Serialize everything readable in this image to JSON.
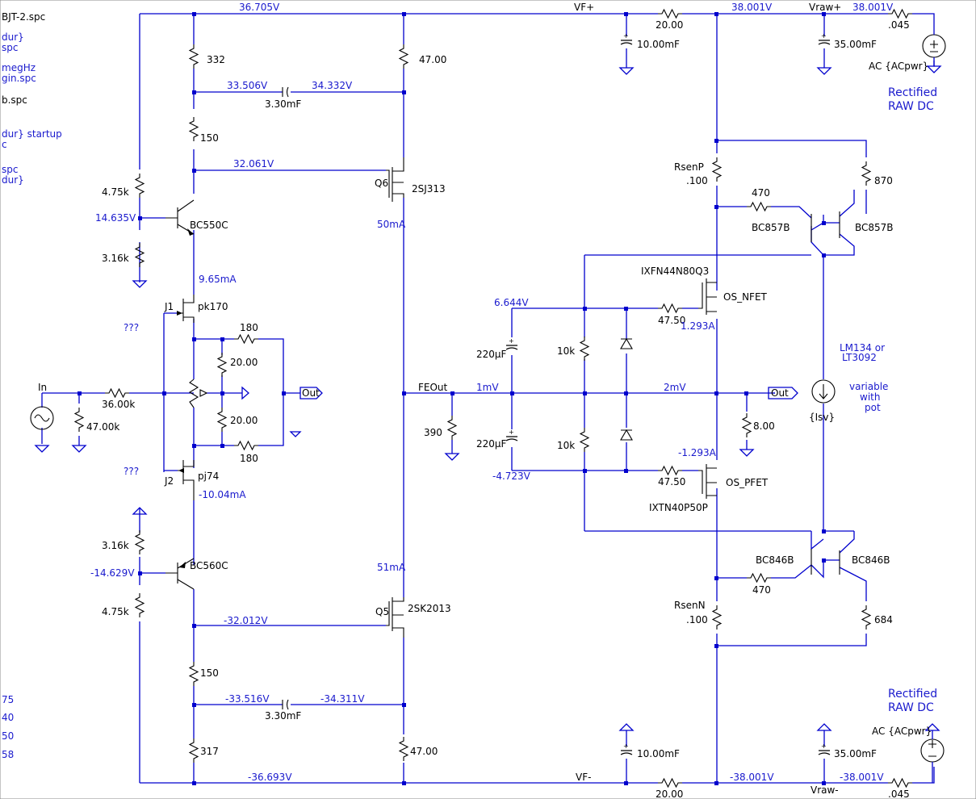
{
  "left_margin": [
    "BJT-2.spc",
    "dur}",
    "spc",
    "megHz",
    "gin.spc",
    "b.spc",
    "dur} startup",
    "c",
    "spc",
    "dur}",
    "75",
    "40",
    "50",
    "58"
  ],
  "rails": {
    "top_v": "36.705V",
    "bottom_v": "-36.693V",
    "vf_plus": "VF+",
    "vf_minus": "VF-"
  },
  "supply_top": {
    "r20": "20.00",
    "cap": "10.00mF",
    "v_node": "38.001V",
    "vraw": "Vraw+",
    "vraw_v": "38.001V",
    "cap2": "35.00mF",
    "r045": ".045",
    "ac": "AC {ACpwr}",
    "note1": "Rectified",
    "note2": "RAW DC"
  },
  "supply_bottom": {
    "r20": "20.00",
    "cap": "10.00mF",
    "v_node": "-38.001V",
    "vraw": "Vraw-",
    "vraw_v": "-38.001V",
    "cap2": "35.00mF",
    "r045": ".045",
    "ac": "AC {ACpwr}",
    "note1": "Rectified",
    "note2": "RAW DC"
  },
  "upper": {
    "r332": "332",
    "v1": "33.506V",
    "v2": "34.332V",
    "cap": "3.30mF",
    "r150": "150",
    "v3": "32.061V",
    "r47": "47.00",
    "q6": "Q6",
    "q6_part": "2SJ313",
    "q6_i": "50mA",
    "r475": "4.75k",
    "base_v": "14.635V",
    "q_part": "BC550C",
    "r316": "3.16k",
    "i1": "9.65mA"
  },
  "lower": {
    "r316": "3.16k",
    "base_v": "-14.629V",
    "q_part": "BC560C",
    "r475": "4.75k",
    "q5": "Q5",
    "q5_part": "2SK2013",
    "q5_i": "51mA",
    "v1": "-32.012V",
    "r150": "150",
    "v2": "-33.516V",
    "v3": "-34.311V",
    "cap": "3.30mF",
    "r317": "317",
    "r47": "47.00",
    "i2": "-10.04mA"
  },
  "input": {
    "in_label": "In",
    "r36": "36.00k",
    "r47k": "47.00k",
    "j1": "J1",
    "j1_part": "pk170",
    "j2": "J2",
    "j2_part": "pj74",
    "q_mark1": "???",
    "q_mark2": "???",
    "r180a": "180",
    "r20a": "20.00",
    "r20b": "20.00",
    "r180b": "180",
    "out_tag": "Out"
  },
  "feout": {
    "label": "FEOut",
    "r390": "390",
    "v_mid": "1mV"
  },
  "output": {
    "v_top": "6.644V",
    "v_bot": "-4.723V",
    "c1": "220µF",
    "c2": "220µF",
    "r10k_a": "10k",
    "r10k_b": "10k",
    "v_out": "2mV",
    "out_tag": "Out",
    "r8": "8.00",
    "rg1": "47.50",
    "rg2": "47.50",
    "nfet_part": "IXFN44N80Q3",
    "nfet_model": "OS_NFET",
    "nfet_i": "1.293A",
    "pfet_model": "OS_PFET",
    "pfet_i": "-1.293A",
    "pfet_part": "IXTN40P50P"
  },
  "top_prot": {
    "rsen": "RsenP",
    "rsen_v": ".100",
    "r470": "470",
    "r870": "870",
    "qa": "BC857B",
    "qb": "BC857B"
  },
  "bot_prot": {
    "rsen": "RsenN",
    "rsen_v": ".100",
    "r470": "470",
    "r684": "684",
    "qa": "BC846B",
    "qb": "BC846B"
  },
  "current_source": {
    "label1": "LM134 or",
    "label2": "LT3092",
    "src": "{Isv}",
    "note1": "variable",
    "note2": "with",
    "note3": "pot"
  }
}
